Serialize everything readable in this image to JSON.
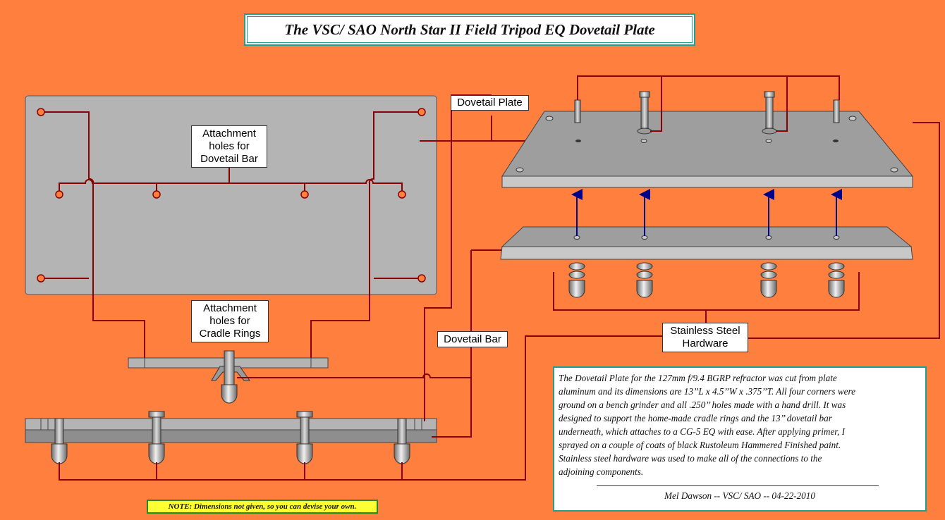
{
  "title": "The VSC/ SAO North Star II Field Tripod EQ Dovetail Plate",
  "labels": {
    "dovetail_plate": "Dovetail Plate",
    "dovetail_bar": "Dovetail Bar",
    "attach_dovetail_bar": [
      "Attachment",
      "holes for",
      "Dovetail Bar"
    ],
    "attach_cradle_rings": [
      "Attachment",
      "holes for",
      "Cradle Rings"
    ],
    "stainless_hardware": [
      "Stainless Steel",
      "Hardware"
    ]
  },
  "description": {
    "lines": [
      "The Dovetail Plate for the 127mm f/9.4 BGRP refractor was cut from plate",
      "aluminum and its dimensions are 13’’L x 4.5’’W x .375’’T. All four corners were",
      "ground on a bench grinder and all .250’’ holes made with a hand drill. It was",
      "designed to support the home-made cradle rings and the 13’’ dovetail bar",
      "underneath, which attaches to a CG-5 EQ with ease. After applying primer, I",
      "sprayed on a couple of coats of black Rustoleum Hammered Finished paint.",
      "Stainless steel hardware was used to make all of the connections to the",
      "adjoining components."
    ],
    "signature": "Mel Dawson -- VSC/ SAO -- 04-22-2010"
  },
  "note": "NOTE: Dimensions not given, so you can devise your own.",
  "colors": {
    "background": "#FF7F3F",
    "plate": "#B4B4B4",
    "leader_line": "#8B0000",
    "arrow": "#00008B",
    "frame": "#1F9F8F",
    "note_bg": "#FFFF33"
  }
}
